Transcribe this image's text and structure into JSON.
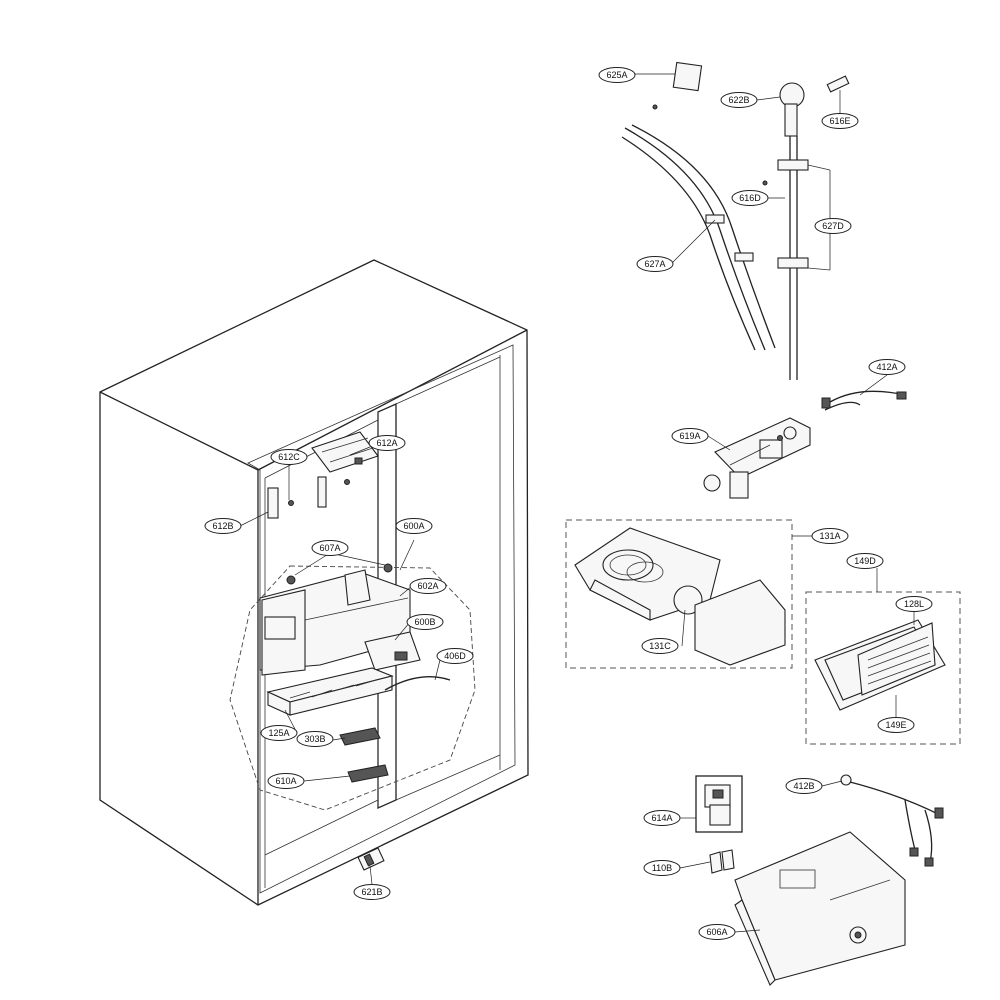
{
  "labels": {
    "l625A": "625A",
    "l622B": "622B",
    "l616E": "616E",
    "l616D": "616D",
    "l627D": "627D",
    "l627A": "627A",
    "l412A": "412A",
    "l619A": "619A",
    "l131A": "131A",
    "l131C": "131C",
    "l149D": "149D",
    "l128L": "128L",
    "l149E": "149E",
    "l412B": "412B",
    "l614A": "614A",
    "l110B": "110B",
    "l606A": "606A",
    "l612A": "612A",
    "l612C": "612C",
    "l612B": "612B",
    "l600A": "600A",
    "l607A": "607A",
    "l602A": "602A",
    "l600B": "600B",
    "l406D": "406D",
    "l125A": "125A",
    "l303B": "303B",
    "l610A": "610A",
    "l621B": "621B"
  }
}
